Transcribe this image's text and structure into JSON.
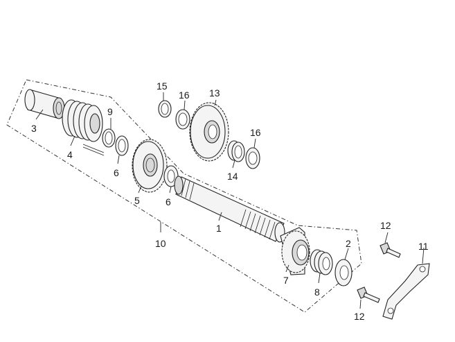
{
  "callouts": [
    {
      "id": "c1",
      "text": "1"
    },
    {
      "id": "c2",
      "text": "2"
    },
    {
      "id": "c3",
      "text": "3"
    },
    {
      "id": "c4",
      "text": "4"
    },
    {
      "id": "c5",
      "text": "5"
    },
    {
      "id": "c6a",
      "text": "6"
    },
    {
      "id": "c6b",
      "text": "6"
    },
    {
      "id": "c7",
      "text": "7"
    },
    {
      "id": "c8",
      "text": "8"
    },
    {
      "id": "c9",
      "text": "9"
    },
    {
      "id": "c10",
      "text": "10"
    },
    {
      "id": "c11",
      "text": "11"
    },
    {
      "id": "c12a",
      "text": "12"
    },
    {
      "id": "c12b",
      "text": "12"
    },
    {
      "id": "c13",
      "text": "13"
    },
    {
      "id": "c14",
      "text": "14"
    },
    {
      "id": "c15",
      "text": "15"
    },
    {
      "id": "c16a",
      "text": "16"
    },
    {
      "id": "c16b",
      "text": "16"
    }
  ]
}
